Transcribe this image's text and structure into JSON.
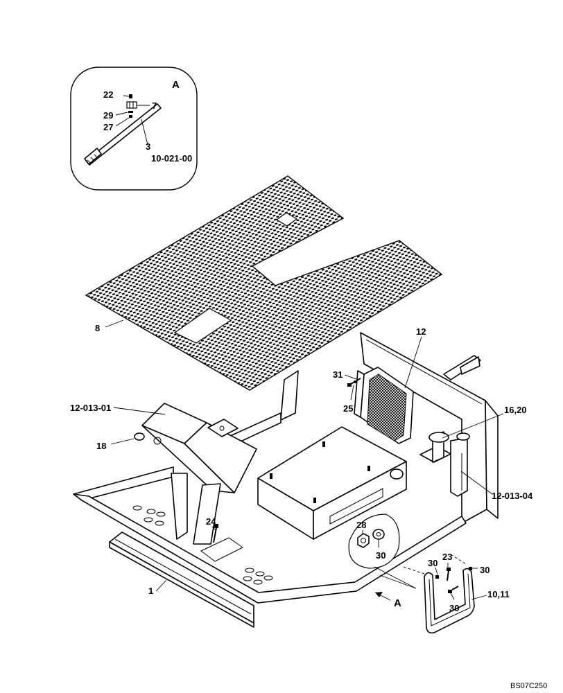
{
  "detail": {
    "letter": "A",
    "ref_code": "10-021-00",
    "callouts": [
      "22",
      "7",
      "29",
      "27",
      "3"
    ]
  },
  "callouts": {
    "mat": "8",
    "seat_support": "12",
    "bolt_top": "31",
    "washer_top": "25",
    "pedestal": "12-013-01",
    "pin": "18",
    "extinguisher": "16,20",
    "cylinder": "12-013-04",
    "bolt_left": "24",
    "nut": "28",
    "washer_a": "30",
    "washer_b": "30",
    "washer_c": "30",
    "washer_d": "30",
    "bolt_right": "23",
    "step": "10,11",
    "side_plate": "1"
  },
  "view_arrow": "A",
  "drawing_number": "BS07C250",
  "colors": {
    "line": "#000000",
    "background": "#ffffff"
  }
}
